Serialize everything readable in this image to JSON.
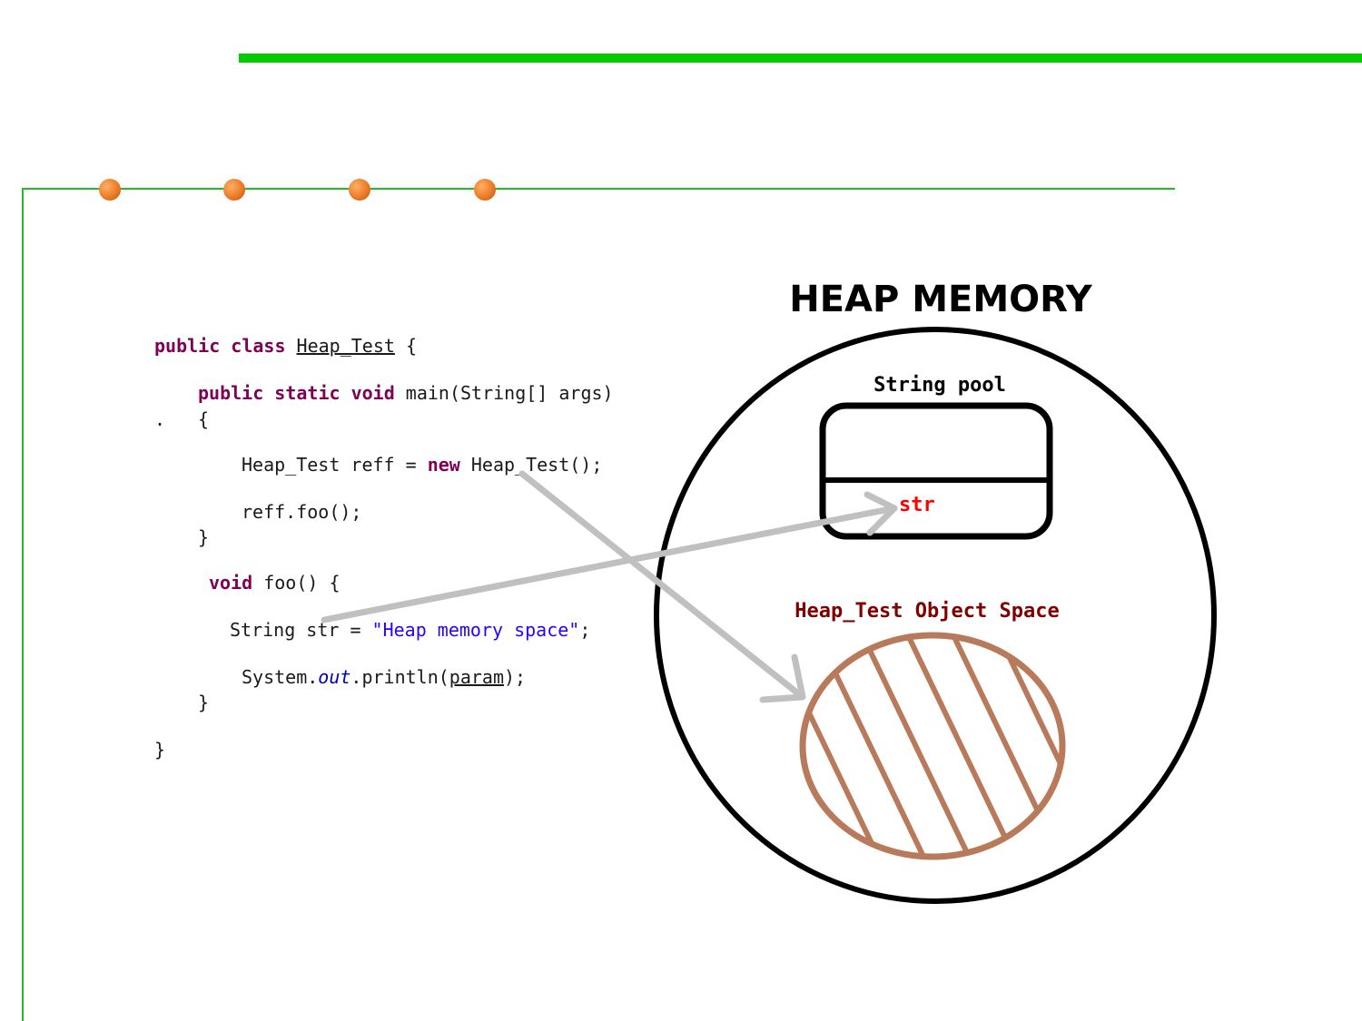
{
  "slide": {
    "accent_green": "#00cc00",
    "line_green": "#22bb22",
    "dot_orange": "#e87722",
    "dots_count": 4
  },
  "code": {
    "line1": {
      "kw": "public class ",
      "name": "Heap_Test",
      "rest": " {"
    },
    "line2": {
      "kw": "public static void ",
      "rest": "main(String[] args)"
    },
    "line3": {
      "dot": ".",
      "brace": "{"
    },
    "line4": {
      "a": "Heap_Test reff = ",
      "kw": "new",
      "b": " Heap_Test();"
    },
    "line5": "reff.foo();",
    "line6": "}",
    "line7": {
      "kw": "void ",
      "rest": "foo() {"
    },
    "line8": {
      "a": "String str = ",
      "str": "\"Heap memory space\"",
      "b": ";"
    },
    "line9": {
      "a": "System.",
      "it": "out",
      "b": ".println(",
      "ul": "param",
      "c": ");"
    },
    "line10": "}",
    "line11": "}"
  },
  "diagram": {
    "title": "HEAP MEMORY",
    "pool_label": "String pool",
    "pool_entry": "str",
    "object_label": "Heap_Test Object Space",
    "colors": {
      "outline": "#000000",
      "arrow": "#c0c0c0",
      "pool_entry": "#ff0000",
      "object_label": "#800000",
      "object_fill_stroke": "#b87a5a"
    }
  }
}
